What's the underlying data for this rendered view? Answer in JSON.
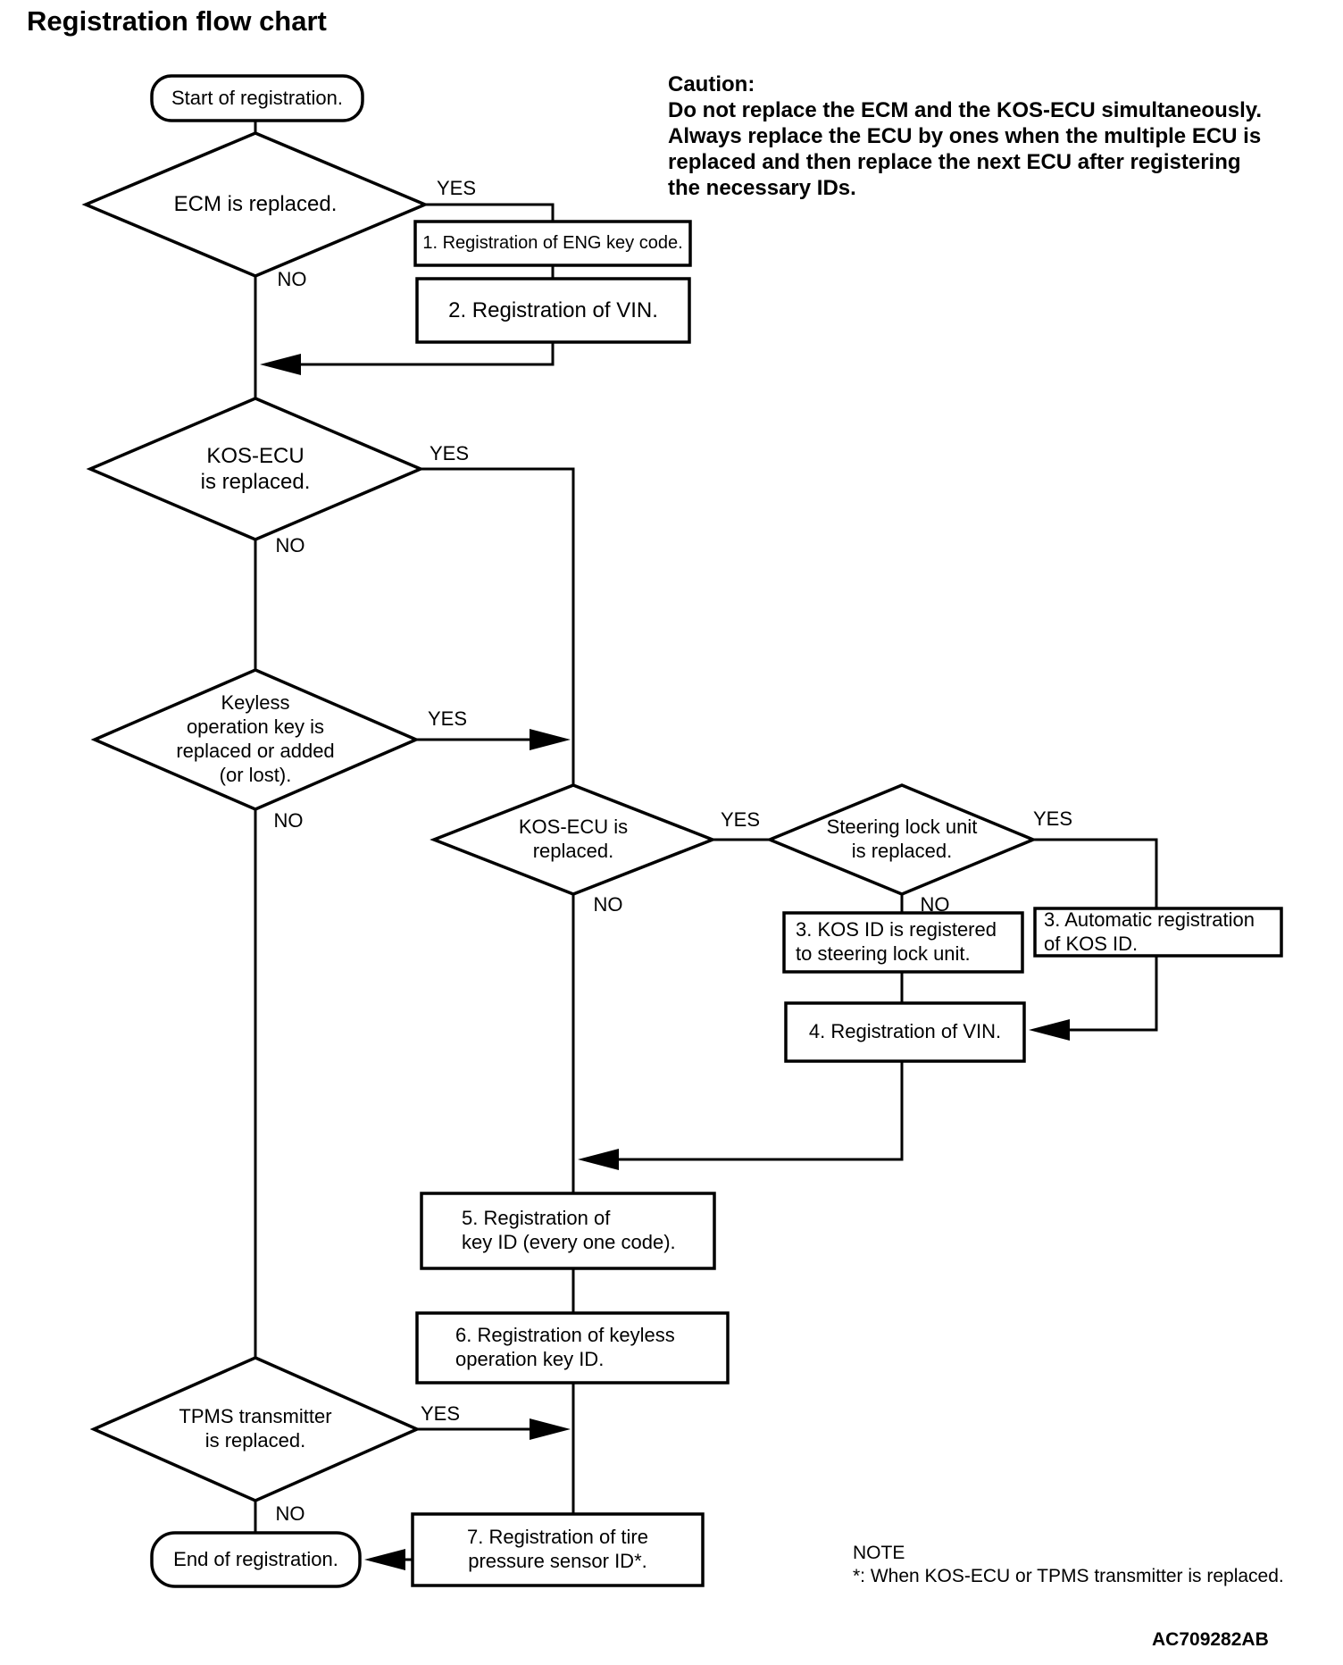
{
  "title": "Registration flow chart",
  "caution": {
    "heading": "Caution:",
    "body": "Do not replace the ECM and the KOS-ECU simultaneously.\nAlways replace the ECU by ones when the multiple ECU is\nreplaced and then replace the next ECU after registering\nthe necessary IDs."
  },
  "nodes": {
    "start": "Start of registration.",
    "decision_ecm": "ECM is replaced.",
    "step1": "1. Registration of ENG key code.",
    "step2": "2. Registration of VIN.",
    "decision_kos_ecu": "KOS-ECU\nis replaced.",
    "decision_keyless_key": "Keyless\noperation key is\nreplaced or added\n(or lost).",
    "decision_kos_ecu_2": "KOS-ECU is\nreplaced.",
    "decision_steering_lock": "Steering lock unit\nis replaced.",
    "step3_registered": "3. KOS ID is registered\nto steering lock unit.",
    "step3_automatic": "3. Automatic registration\nof KOS ID.",
    "step4": "4. Registration of VIN.",
    "step5": "5. Registration of\nkey ID (every one code).",
    "step6": "6. Registration of keyless\noperation key ID.",
    "decision_tpms": "TPMS transmitter\nis replaced.",
    "step7": "7. Registration of tire\npressure sensor ID*.",
    "end": "End of registration."
  },
  "labels": {
    "yes": "YES",
    "no": "NO"
  },
  "note": {
    "heading": "NOTE",
    "body": "*: When KOS-ECU or TPMS transmitter is replaced."
  },
  "figure_code": "AC709282AB"
}
